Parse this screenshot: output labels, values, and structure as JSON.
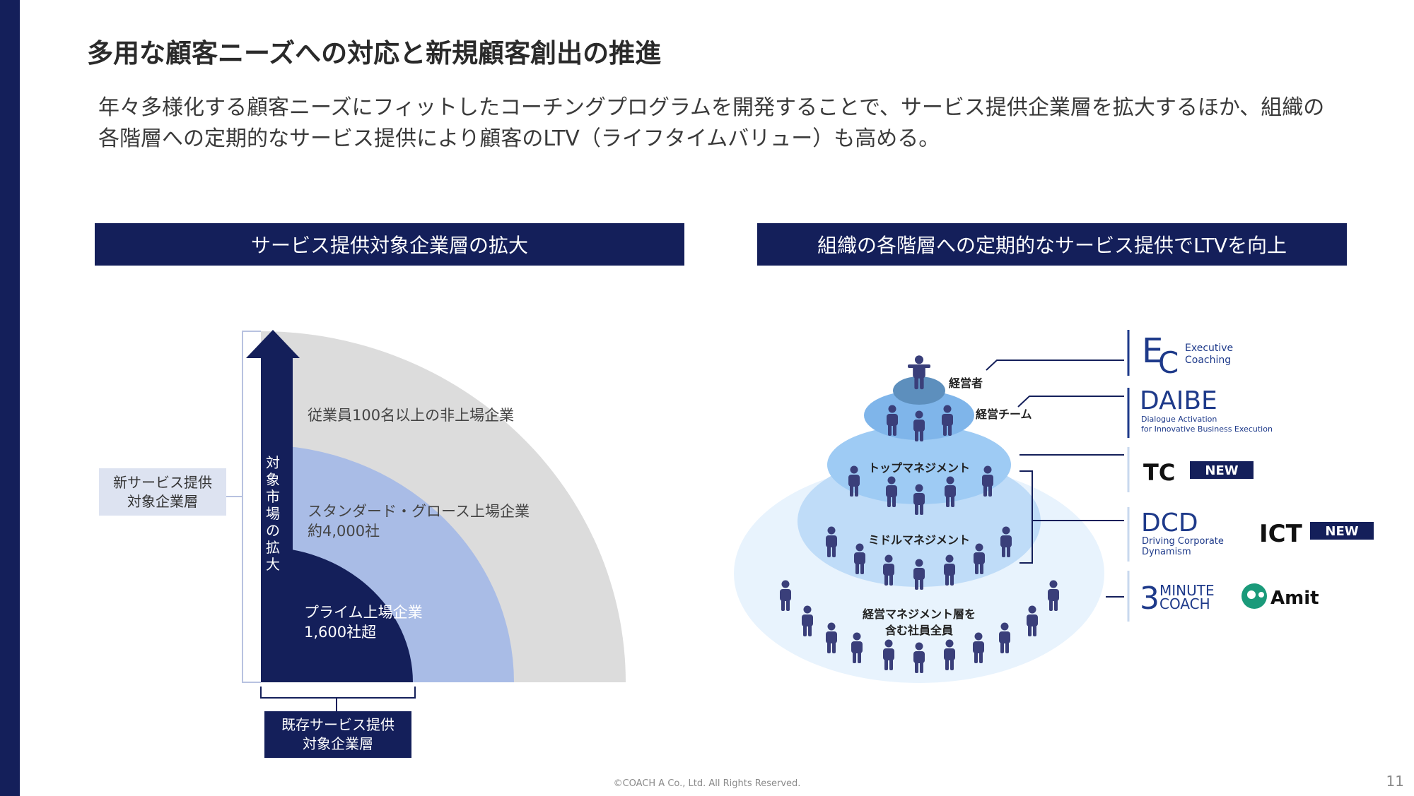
{
  "title": "多用な顧客ニーズへの対応と新規顧客創出の推進",
  "lead": "年々多様化する顧客ニーズにフィットしたコーチングプログラムを開発することで、サービス提供企業層を拡大するほか、組織の各階層への定期的なサービス提供により顧客のLTV（ライフタイムバリュー）も高める。",
  "left_panel": {
    "header": "サービス提供対象企業層の拡大",
    "arrow_label": [
      "対",
      "象",
      "市",
      "場",
      "の",
      "拡",
      "大"
    ],
    "new_box": [
      "新サービス提供",
      "対象企業層"
    ],
    "existing_box": [
      "既存サービス提供",
      "対象企業層"
    ],
    "outer_label": "従業員100名以上の非上場企業",
    "middle_label": [
      "スタンダード・グロース上場企業",
      "約4,000社"
    ],
    "inner_label": [
      "プライム上場企業",
      "1,600社超"
    ],
    "colors": {
      "outer": "#dcdcdc",
      "middle": "#a9bce6",
      "inner": "#141f5a",
      "new_box": "#dde3f1"
    }
  },
  "right_panel": {
    "header": "組織の各階層への定期的なサービス提供でLTVを向上",
    "layers": {
      "ceo": "経営者",
      "team": "経営チーム",
      "top": "トップマネジメント",
      "middle": "ミドルマネジメント",
      "all": [
        "経営マネジメント層を",
        "含む社員全員"
      ]
    },
    "programs": {
      "ec": {
        "mark_e": "E",
        "mark_c": "C",
        "line1": "Executive",
        "line2": "Coaching"
      },
      "daibe": {
        "name": "DAIBE",
        "line1": "Dialogue Activation",
        "line2": "for Innovative Business Execution"
      },
      "tc": {
        "name": "TC",
        "badge": "NEW"
      },
      "dcd": {
        "name": "DCD",
        "line1": "Driving Corporate",
        "line2": "Dynamism"
      },
      "ict": {
        "name": "ICT",
        "badge": "NEW"
      },
      "three_min": {
        "digit": "3",
        "line1": "MINUTE",
        "line2": "COACH"
      },
      "amit": {
        "name": "Amit"
      }
    }
  },
  "footer": "©COACH A Co., Ltd. All Rights Reserved.",
  "page_number": "11"
}
